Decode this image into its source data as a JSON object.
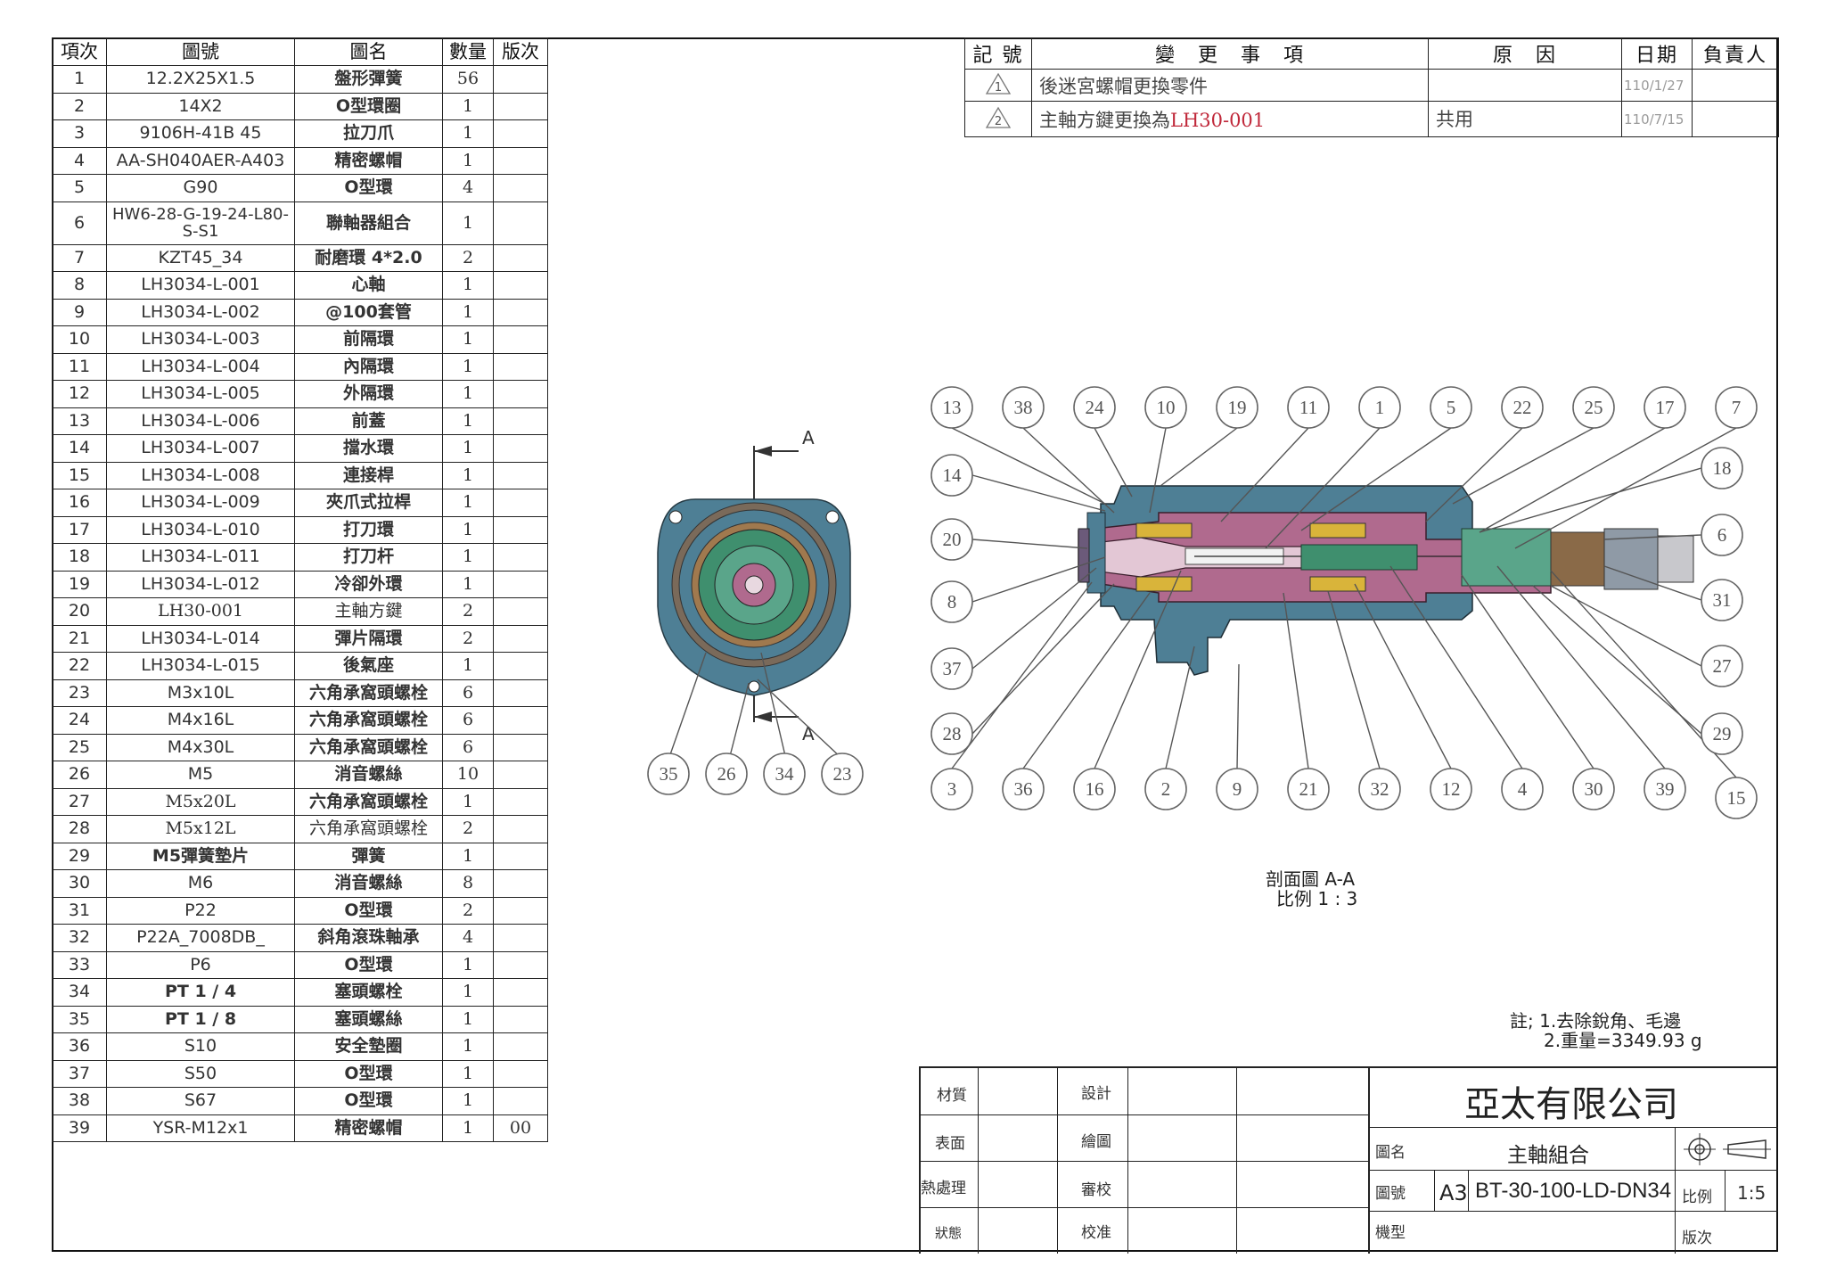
{
  "bom": {
    "headers": [
      "項次",
      "圖號",
      "圖名",
      "數量",
      "版次"
    ],
    "rows": [
      {
        "no": "1",
        "part": "12.2X25X1.5",
        "name": "盤形彈簧",
        "qty": "56",
        "rev": ""
      },
      {
        "no": "2",
        "part": "14X2",
        "name": "O型環圈",
        "qty": "1",
        "rev": ""
      },
      {
        "no": "3",
        "part": "9106H-41B 45",
        "name": "拉刀爪",
        "qty": "1",
        "rev": ""
      },
      {
        "no": "4",
        "part": "AA-SH040AER-A403",
        "name": "精密螺帽",
        "qty": "1",
        "rev": ""
      },
      {
        "no": "5",
        "part": "G90",
        "name": "O型環",
        "qty": "4",
        "rev": ""
      },
      {
        "no": "6",
        "part": "HW6-28-G-19-24-L80-S-S1",
        "name": "聯軸器組合",
        "qty": "1",
        "rev": ""
      },
      {
        "no": "7",
        "part": "KZT45_34",
        "name": "耐磨環 4*2.0",
        "qty": "2",
        "rev": ""
      },
      {
        "no": "8",
        "part": "LH3034-L-001",
        "name": "心軸",
        "qty": "1",
        "rev": ""
      },
      {
        "no": "9",
        "part": "LH3034-L-002",
        "name": "@100套管",
        "qty": "1",
        "rev": ""
      },
      {
        "no": "10",
        "part": "LH3034-L-003",
        "name": "前隔環",
        "qty": "1",
        "rev": ""
      },
      {
        "no": "11",
        "part": "LH3034-L-004",
        "name": "內隔環",
        "qty": "1",
        "rev": ""
      },
      {
        "no": "12",
        "part": "LH3034-L-005",
        "name": "外隔環",
        "qty": "1",
        "rev": ""
      },
      {
        "no": "13",
        "part": "LH3034-L-006",
        "name": "前蓋",
        "qty": "1",
        "rev": ""
      },
      {
        "no": "14",
        "part": "LH3034-L-007",
        "name": "擋水環",
        "qty": "1",
        "rev": ""
      },
      {
        "no": "15",
        "part": "LH3034-L-008",
        "name": "連接桿",
        "qty": "1",
        "rev": ""
      },
      {
        "no": "16",
        "part": "LH3034-L-009",
        "name": "夾爪式拉桿",
        "qty": "1",
        "rev": ""
      },
      {
        "no": "17",
        "part": "LH3034-L-010",
        "name": "打刀環",
        "qty": "1",
        "rev": ""
      },
      {
        "no": "18",
        "part": "LH3034-L-011",
        "name": "打刀杆",
        "qty": "1",
        "rev": ""
      },
      {
        "no": "19",
        "part": "LH3034-L-012",
        "name": "冷卻外環",
        "qty": "1",
        "rev": ""
      },
      {
        "no": "20",
        "part": "LH30-001",
        "name": "主軸方鍵",
        "qty": "2",
        "rev": ""
      },
      {
        "no": "21",
        "part": "LH3034-L-014",
        "name": "彈片隔環",
        "qty": "2",
        "rev": ""
      },
      {
        "no": "22",
        "part": "LH3034-L-015",
        "name": "後氣座",
        "qty": "1",
        "rev": ""
      },
      {
        "no": "23",
        "part": "M3x10L",
        "name": "六角承窩頭螺栓",
        "qty": "6",
        "rev": ""
      },
      {
        "no": "24",
        "part": "M4x16L",
        "name": "六角承窩頭螺栓",
        "qty": "6",
        "rev": ""
      },
      {
        "no": "25",
        "part": "M4x30L",
        "name": "六角承窩頭螺栓",
        "qty": "6",
        "rev": ""
      },
      {
        "no": "26",
        "part": "M5",
        "name": "消音螺絲",
        "qty": "10",
        "rev": ""
      },
      {
        "no": "27",
        "part": "M5x20L",
        "name": "六角承窩頭螺栓",
        "qty": "1",
        "rev": ""
      },
      {
        "no": "28",
        "part": "M5x12L",
        "name": "六角承窩頭螺栓",
        "qty": "2",
        "rev": ""
      },
      {
        "no": "29",
        "part": "M5彈簧墊片",
        "name": "彈簧",
        "qty": "1",
        "rev": ""
      },
      {
        "no": "30",
        "part": "M6",
        "name": "消音螺絲",
        "qty": "8",
        "rev": ""
      },
      {
        "no": "31",
        "part": "P22",
        "name": "O型環",
        "qty": "2",
        "rev": ""
      },
      {
        "no": "32",
        "part": "P22A_7008DB_",
        "name": "斜角滾珠軸承",
        "qty": "4",
        "rev": ""
      },
      {
        "no": "33",
        "part": "P6",
        "name": "O型環",
        "qty": "1",
        "rev": ""
      },
      {
        "no": "34",
        "part": "PT 1 / 4",
        "name": "塞頭螺栓",
        "qty": "1",
        "rev": ""
      },
      {
        "no": "35",
        "part": "PT 1 / 8",
        "name": "塞頭螺絲",
        "qty": "1",
        "rev": ""
      },
      {
        "no": "36",
        "part": "S10",
        "name": "安全墊圈",
        "qty": "1",
        "rev": ""
      },
      {
        "no": "37",
        "part": "S50",
        "name": "O型環",
        "qty": "1",
        "rev": ""
      },
      {
        "no": "38",
        "part": "S67",
        "name": "O型環",
        "qty": "1",
        "rev": ""
      },
      {
        "no": "39",
        "part": "YSR-M12x1",
        "name": "精密螺帽",
        "qty": "1",
        "rev": "00"
      }
    ]
  },
  "revisions": {
    "headers": [
      "記 號",
      "變　更　事　項",
      "原　因",
      "日期",
      "負責人"
    ],
    "rows": [
      {
        "mark": "1",
        "change_prefix": "後迷宮螺帽更換零件",
        "change_red": "",
        "reason": "",
        "date": "110/1/27",
        "owner": ""
      },
      {
        "mark": "2",
        "change_prefix": "主軸方鍵更換為",
        "change_red": "LH30-001",
        "reason": "共用",
        "date": "110/7/15",
        "owner": ""
      }
    ]
  },
  "views": {
    "section_label_top": "A",
    "section_label_bottom": "A",
    "front_balloons": [
      "35",
      "26",
      "34",
      "23"
    ],
    "top_balloons": [
      "13",
      "38",
      "24",
      "10",
      "19",
      "11",
      "1",
      "5",
      "22",
      "25",
      "17",
      "7"
    ],
    "left_balloons": [
      "14",
      "20",
      "8",
      "37",
      "28"
    ],
    "bottom_balloons": [
      "3",
      "36",
      "16",
      "2",
      "9",
      "21",
      "32",
      "12",
      "4",
      "30",
      "39",
      "15"
    ],
    "right_balloons": [
      "18",
      "6",
      "31",
      "27",
      "29"
    ],
    "caption_title": "剖面圖 A-A",
    "caption_scale": "比例 1 : 3"
  },
  "notes": {
    "line1": "註; 1.去除銳角、毛邊",
    "line2": "2.重量=3349.93 g"
  },
  "title_block": {
    "material_label": "材質",
    "surface_label": "表面",
    "heat_label": "熱處理",
    "state_label": "狀態",
    "design_label": "設計",
    "draw_label": "繪圖",
    "review_label": "審校",
    "approve_label": "校准",
    "company": "亞太有限公司",
    "name_label": "圖名",
    "name_value": "主軸組合",
    "number_label": "圖號",
    "sheet_size": "A3",
    "number_value": "BT-30-100-LD-DN34",
    "scale_label": "比例",
    "scale_value": "1:5",
    "model_label": "機型",
    "version_label": "版次"
  },
  "colors": {
    "housing": "#4e7f95",
    "spindle": "#b06a8e",
    "green": "#3f8f6e",
    "accent_red": "#c0283a"
  }
}
